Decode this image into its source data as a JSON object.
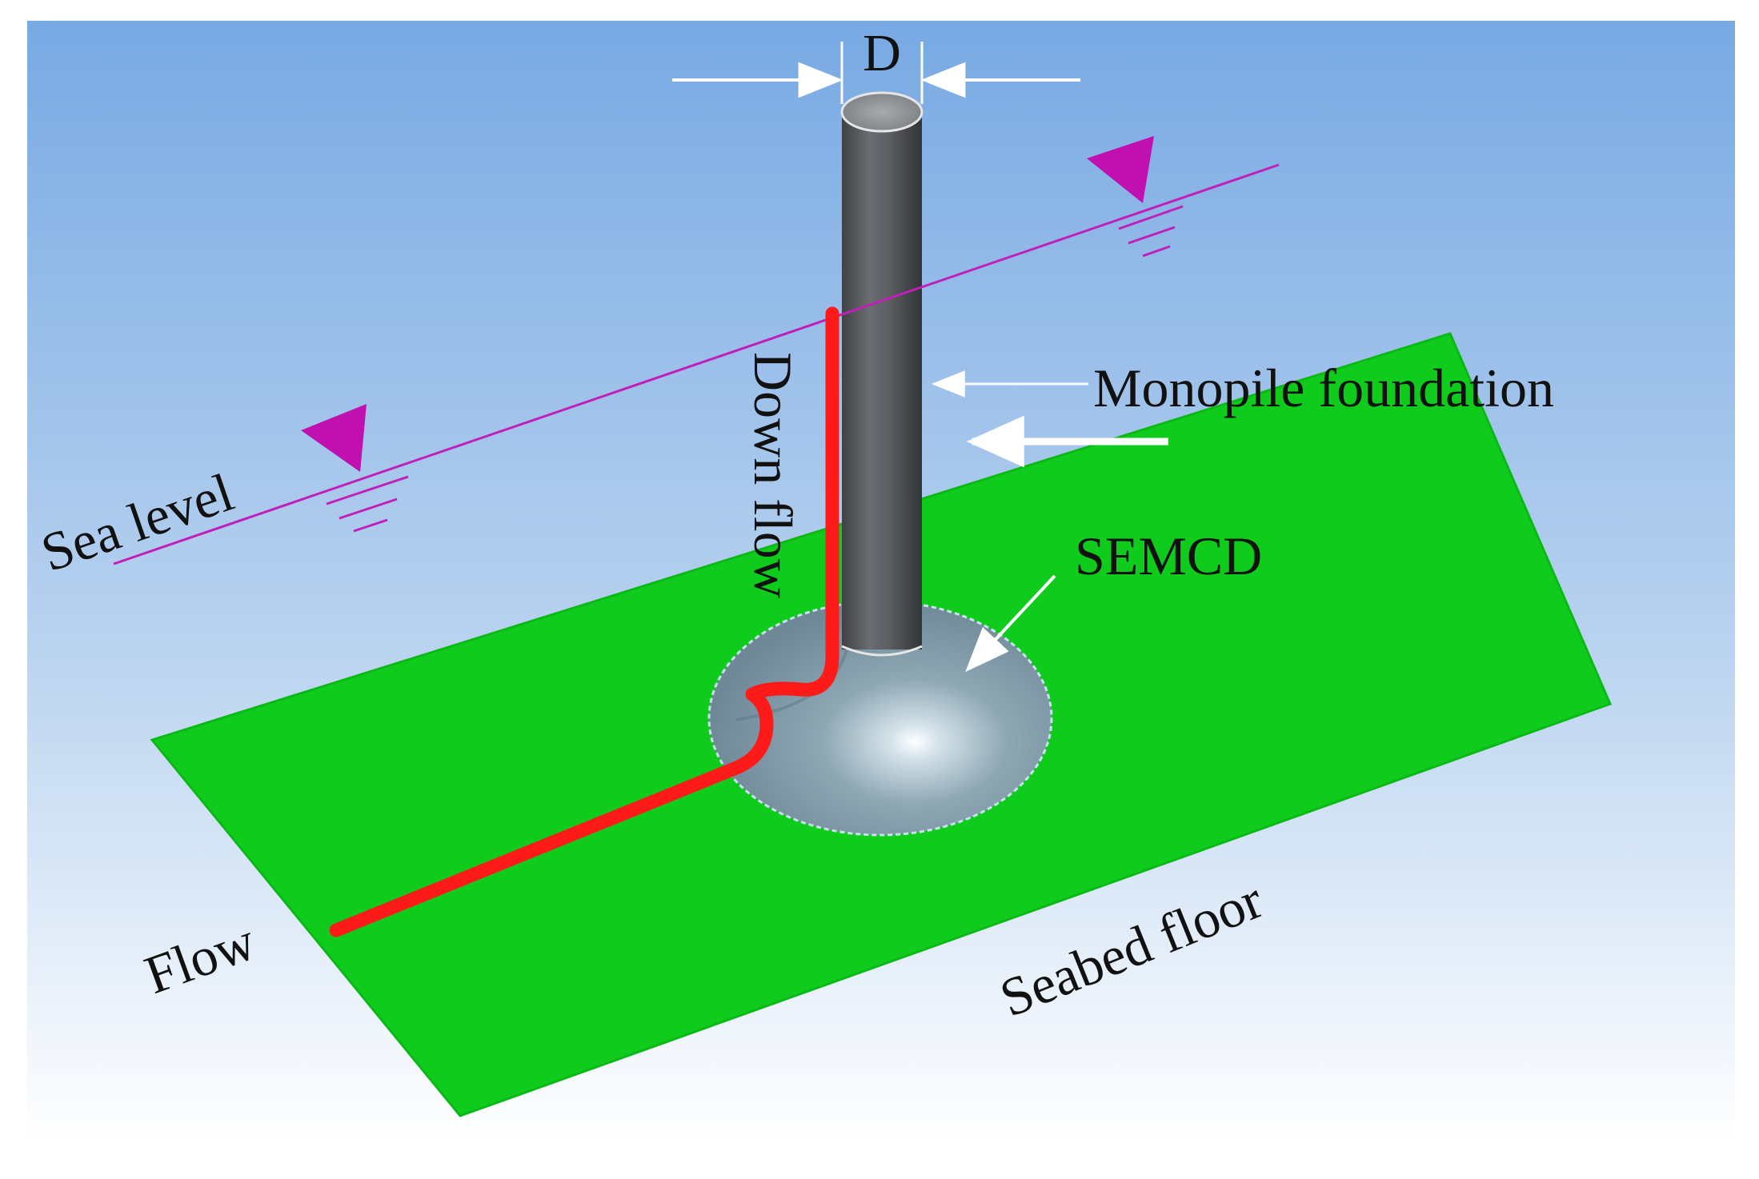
{
  "labels": {
    "diameter": "D",
    "monopile": "Monopile foundation",
    "sea_level": "Sea level",
    "down_flow": "Down flow",
    "semcd": "SEMCD",
    "flow": "Flow",
    "seabed": "Seabed floor"
  },
  "colors": {
    "sky_top": "#7fafe2",
    "sky_bottom": "#ffffff",
    "seabed": "#0fcc1c",
    "pile": "#5c5f63",
    "semcd": "#8aa3b0",
    "flow_path": "#ff1a1a",
    "sea_level": "#c020b8",
    "annotation_arrow": "#ffffff"
  },
  "icons": {
    "water_level_marker": "downward-triangle-icon",
    "dimension_arrow": "arrow-icon"
  }
}
